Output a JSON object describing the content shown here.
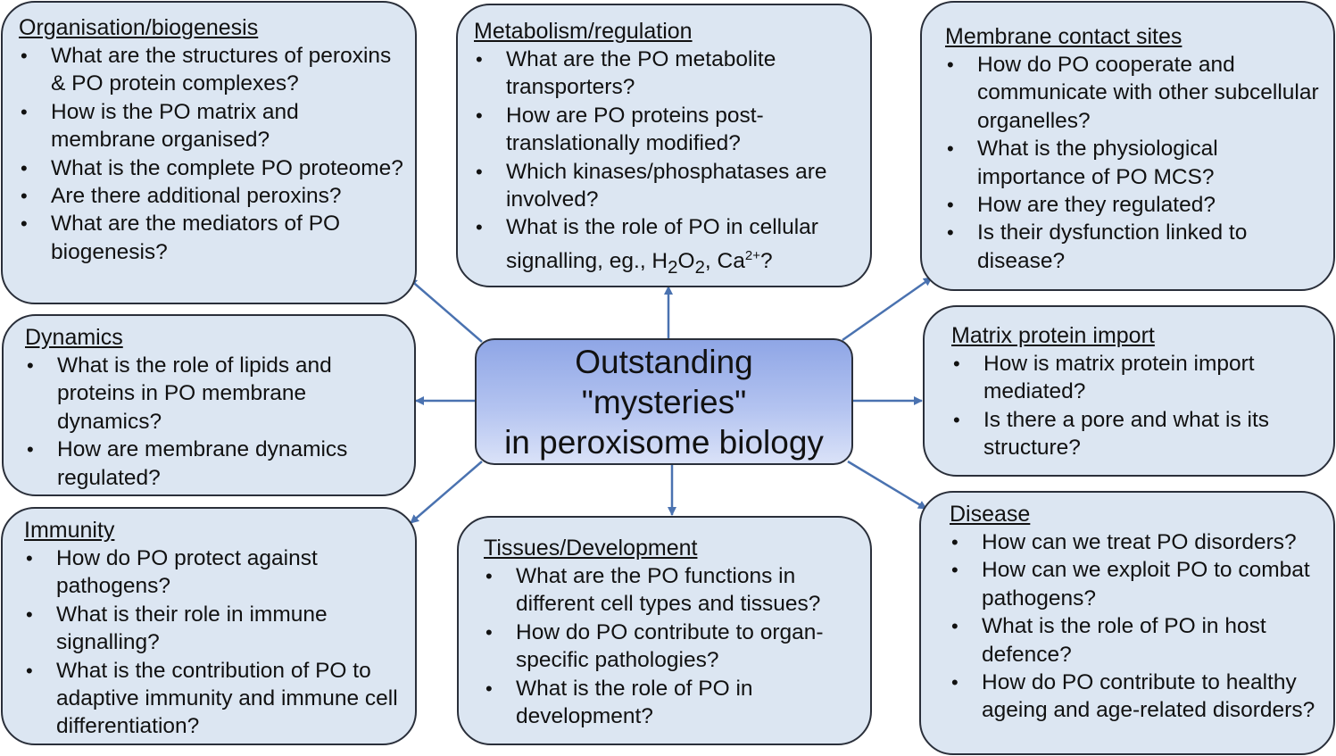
{
  "center": {
    "line1": "Outstanding",
    "line2": "\"mysteries\"",
    "line3": "in peroxisome biology"
  },
  "boxes": {
    "organisation": {
      "title": "Organisation/biogenesis",
      "items": [
        "What are the structures of peroxins & PO protein complexes?",
        "How is the PO matrix and membrane organised?",
        "What is the complete PO proteome?",
        "Are there additional peroxins?",
        "What are the mediators of PO biogenesis?"
      ]
    },
    "metabolism": {
      "title": "Metabolism/regulation",
      "items": [
        "What are the PO metabolite transporters?",
        "How are PO proteins post-translationally modified?",
        "Which kinases/phosphatases are involved?"
      ],
      "signalling_prefix": "What is the role of PO in cellular signalling, eg., H",
      "h2o2_sub1": "2",
      "h2o2_mid": "O",
      "h2o2_sub2": "2",
      "ca_text": ", Ca",
      "ca_sup": "2+",
      "signalling_suffix": "?"
    },
    "membrane_contact": {
      "title": "Membrane contact sites",
      "items": [
        "How do PO cooperate and communicate with other subcellular organelles?",
        "What is the physiological importance of PO MCS?",
        "How are they regulated?",
        "Is their dysfunction linked to disease?"
      ]
    },
    "dynamics": {
      "title": "Dynamics",
      "items": [
        "What is the role of lipids and proteins in PO membrane dynamics?",
        "How are membrane dynamics regulated?"
      ]
    },
    "matrix_import": {
      "title": "Matrix protein import",
      "items": [
        "How is matrix protein import mediated?",
        "Is there a pore and what is its structure?"
      ]
    },
    "immunity": {
      "title": "Immunity",
      "items": [
        "How do PO protect against pathogens?",
        "What is their role in immune signalling?",
        "What is the contribution of PO to adaptive immunity and immune cell differentiation?"
      ]
    },
    "tissues": {
      "title": "Tissues/Development",
      "items": [
        "What are the PO functions in different cell types and tissues?",
        "How do PO contribute to organ-specific pathologies?",
        "What is the role of PO in development?"
      ]
    },
    "disease": {
      "title": "Disease",
      "items": [
        "How can we treat PO disorders?",
        "How can we exploit PO to combat pathogens?",
        "What is the role of PO in host defence?",
        "How do PO contribute to healthy ageing and age-related disorders?"
      ]
    }
  },
  "colors": {
    "box_fill": "#dce6f2",
    "border": "#2a2f3a",
    "arrow": "#4a72b0",
    "center_top": "#8fa6e6",
    "center_bottom": "#dae2f8"
  }
}
